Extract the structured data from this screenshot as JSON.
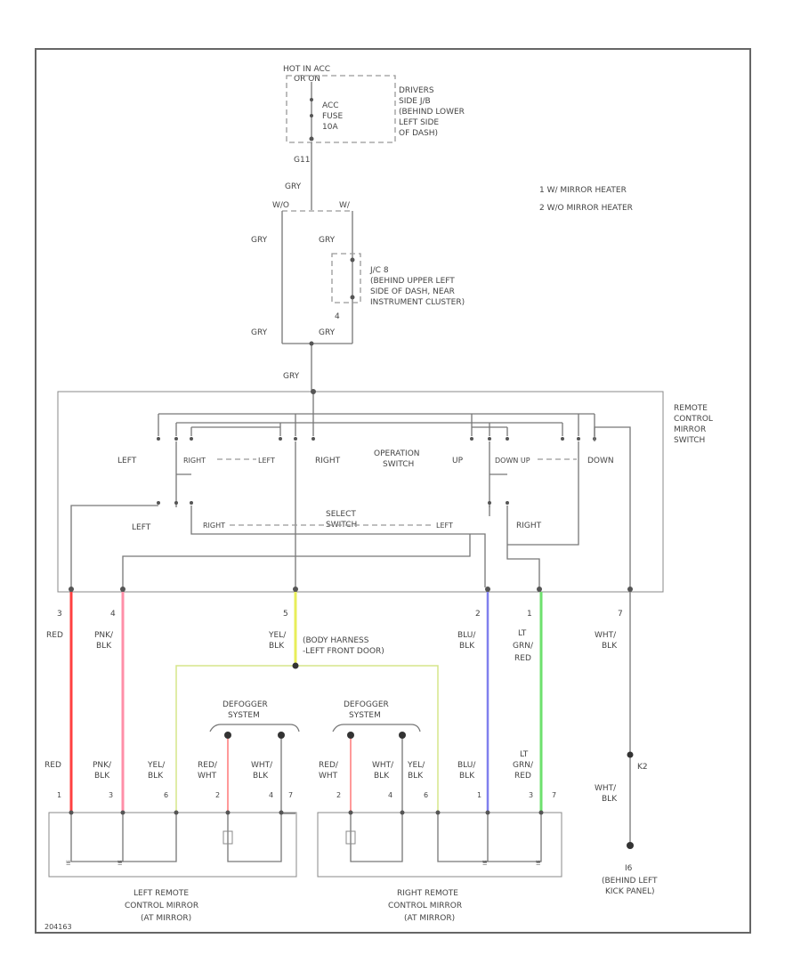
{
  "colors": {
    "red": "#ff4040",
    "pink": "#ff8fa8",
    "yellow": "#e8ee5a",
    "yellow_green": "#d5e58a",
    "blue": "#8080ee",
    "green": "#6ee06e",
    "red_pink": "#ff9a9a"
  },
  "fuse_block": {
    "title_line1": "HOT IN ACC",
    "title_line2": "OR ON",
    "fuse_line1": "ACC",
    "fuse_line2": "FUSE",
    "fuse_line3": "10A",
    "location_line1": "DRIVERS",
    "location_line2": "SIDE J/B",
    "location_line3": "(BEHIND LOWER",
    "location_line4": "LEFT SIDE",
    "location_line5": "OF DASH)",
    "terminal": "G11"
  },
  "legend": {
    "item1": "1  W/ MIRROR HEATER",
    "item2": "2  W/O MIRROR HEATER"
  },
  "branch": {
    "wire_top": "GRY",
    "label_wo": "W/O",
    "label_w": "W/",
    "left_upper": "GRY",
    "right_upper": "GRY",
    "left_lower": "GRY",
    "right_lower": "GRY",
    "pin": "4",
    "bottom": "GRY"
  },
  "jc": {
    "line1": "J/C 8",
    "line2": "(BEHIND UPPER LEFT",
    "line3": "SIDE OF DASH, NEAR",
    "line4": "INSTRUMENT CLUSTER)"
  },
  "switch": {
    "name_line1": "REMOTE",
    "name_line2": "CONTROL",
    "name_line3": "MIRROR",
    "name_line4": "SWITCH",
    "left": "LEFT",
    "right_small": "RIGHT",
    "left_small": "LEFT",
    "right": "RIGHT",
    "operation_line1": "OPERATION",
    "operation_line2": "SWITCH",
    "up": "UP",
    "down_up": "DOWN UP",
    "down": "DOWN",
    "select_left": "LEFT",
    "select_right": "RIGHT",
    "select_line1": "SELECT",
    "select_line2": "SWITCH",
    "select_left2": "LEFT",
    "select_right2": "RIGHT"
  },
  "connectors": [
    {
      "pin": "3",
      "line1": "RED",
      "line2": ""
    },
    {
      "pin": "4",
      "line1": "PNK/",
      "line2": "BLK"
    },
    {
      "pin": "5",
      "line1": "YEL/",
      "line2": "BLK"
    },
    {
      "pin": "2",
      "line1": "BLU/",
      "line2": "BLK"
    },
    {
      "pin": "1",
      "line1": "LT",
      "line2": "GRN/",
      "line3": "RED"
    },
    {
      "pin": "7",
      "line1": "WHT/",
      "line2": "BLK"
    }
  ],
  "harness": {
    "line1": "(BODY HARNESS",
    "line2": "-LEFT FRONT DOOR)"
  },
  "defogger": {
    "left_line1": "DEFOGGER",
    "left_line2": "SYSTEM",
    "right_line1": "DEFOGGER",
    "right_line2": "SYSTEM"
  },
  "lower_wires": {
    "red": "RED",
    "pnk_1": "PNK/",
    "pnk_2": "BLK",
    "yel_1": "YEL/",
    "yel_2": "BLK",
    "redwht_1": "RED/",
    "redwht_2": "WHT",
    "whtblk_1": "WHT/",
    "whtblk_2": "BLK",
    "r_redwht_1": "RED/",
    "r_redwht_2": "WHT",
    "r_whtblk_1": "WHT/",
    "r_whtblk_2": "BLK",
    "r_yel_1": "YEL/",
    "r_yel_2": "BLK",
    "blu_1": "BLU/",
    "blu_2": "BLK",
    "grn_1": "LT",
    "grn_2": "GRN/",
    "grn_3": "RED",
    "ground_wire_1": "WHT/",
    "ground_wire_2": "BLK",
    "ground_pin": "K2"
  },
  "left_pins": [
    "1",
    "3",
    "6",
    "2",
    "4",
    "7"
  ],
  "right_pins": [
    "2",
    "4",
    "6",
    "1",
    "3",
    "7"
  ],
  "left_mirror": {
    "line1": "LEFT REMOTE",
    "line2": "CONTROL MIRROR",
    "line3": "(AT MIRROR)"
  },
  "right_mirror": {
    "line1": "RIGHT REMOTE",
    "line2": "CONTROL MIRROR",
    "line3": "(AT MIRROR)"
  },
  "ground": {
    "id": "I6",
    "line1": "(BEHIND LEFT",
    "line2": "KICK PANEL)"
  },
  "figure_id": "204163"
}
